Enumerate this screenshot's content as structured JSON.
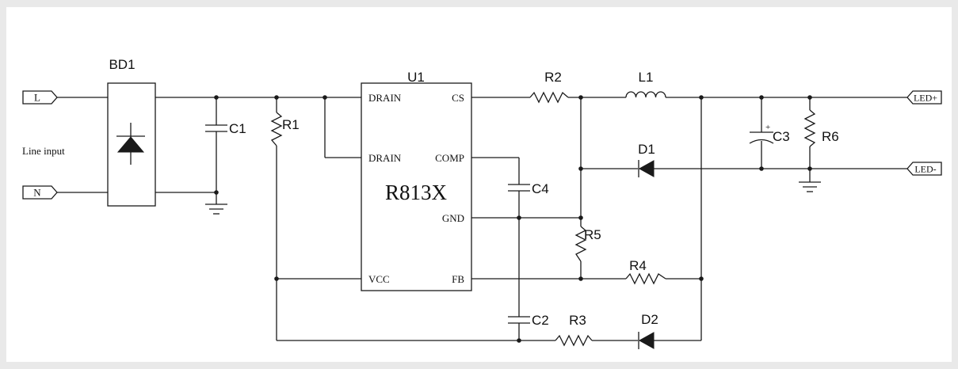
{
  "components": {
    "bd1": "BD1",
    "u1": "U1",
    "chip": "R813X",
    "c1": "C1",
    "r1": "R1",
    "r2": "R2",
    "l1": "L1",
    "c3": "C3",
    "r6": "R6",
    "d1": "D1",
    "c4": "C4",
    "r5": "R5",
    "r4": "R4",
    "c2": "C2",
    "r3": "R3",
    "d2": "D2"
  },
  "pins": {
    "drain1": "DRAIN",
    "drain2": "DRAIN",
    "cs": "CS",
    "comp": "COMP",
    "gnd": "GND",
    "vcc": "VCC",
    "fb": "FB"
  },
  "terminals": {
    "l": "L",
    "n": "N",
    "line_input": "Line input",
    "led_plus": "LED+",
    "led_minus": "LED-"
  },
  "polarity_mark": "+"
}
